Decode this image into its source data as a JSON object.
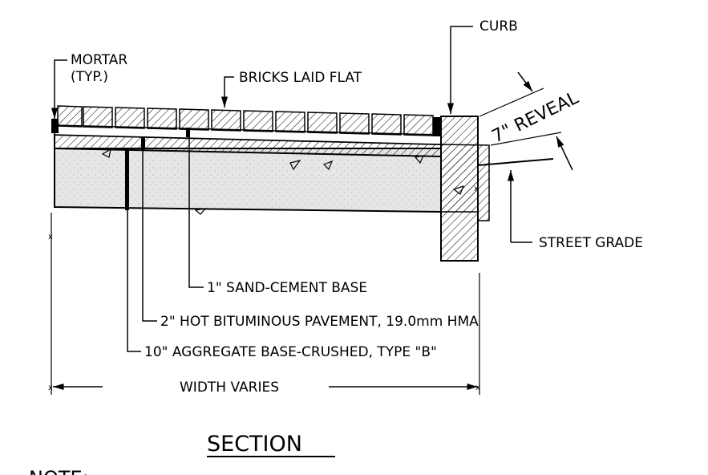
{
  "labels": {
    "mortar_line1": "MORTAR",
    "mortar_line2": "(TYP.)",
    "bricks": "BRICKS LAID FLAT",
    "curb": "CURB",
    "reveal": "7\" REVEAL",
    "street_grade": "STREET GRADE",
    "sand_cement": "1\" SAND-CEMENT BASE",
    "hot_bituminous": "2\" HOT BITUMINOUS PAVEMENT, 19.0mm HMA",
    "aggregate": "10\" AGGREGATE BASE-CRUSHED, TYPE \"B\"",
    "width": "WIDTH VARIES",
    "section_title": "SECTION",
    "note": "NOTE:"
  }
}
